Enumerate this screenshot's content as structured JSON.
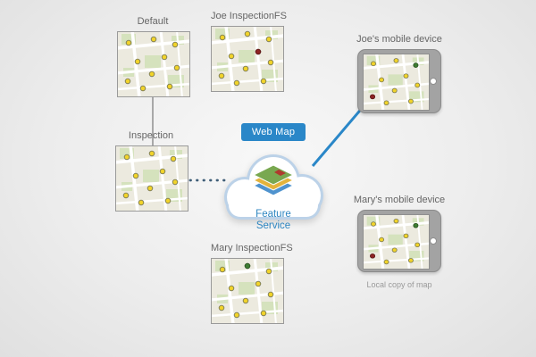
{
  "colors": {
    "accent_blue": "#2a87c8",
    "connector_gray": "#a8a8a8",
    "dotted_connector": "#3f5e78",
    "label_text": "#666666",
    "map_background": "#eceadf",
    "device_bezel": "#a3a3a3"
  },
  "nodes": {
    "default_map": {
      "label": "Default"
    },
    "joe_fs": {
      "label": "Joe InspectionFS"
    },
    "inspection": {
      "label": "Inspection"
    },
    "mary_fs": {
      "label": "Mary InspectionFS"
    },
    "joe_device": {
      "label": "Joe's mobile device"
    },
    "mary_device": {
      "label": "Mary's mobile device",
      "caption": "Local copy of map"
    }
  },
  "cloud": {
    "badge": "Web Map",
    "service": "Feature Service"
  },
  "icons": {
    "cloud": "cloud-icon",
    "layers": "map-layers-icon",
    "tablet": "tablet-device",
    "camera": "camera-dot",
    "map": "map-thumbnail"
  }
}
